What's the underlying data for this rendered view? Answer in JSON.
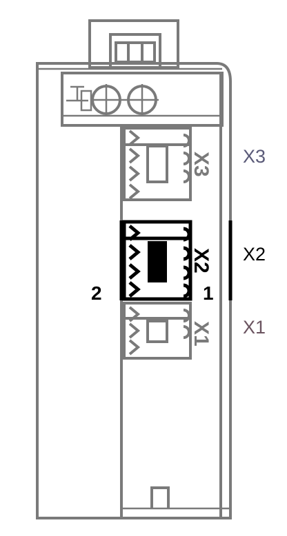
{
  "labels": {
    "x3": "X3",
    "x2": "X2",
    "x1": "X1"
  },
  "pins": {
    "left": "2",
    "right": "1"
  },
  "connector_marks": {
    "x3": "X3",
    "x2": "X2",
    "x1": "X1"
  },
  "colors": {
    "outline": "#7a7a7a",
    "highlight": "#000000",
    "x1_label": "#6b5460",
    "x3_label": "#5a5a78"
  }
}
